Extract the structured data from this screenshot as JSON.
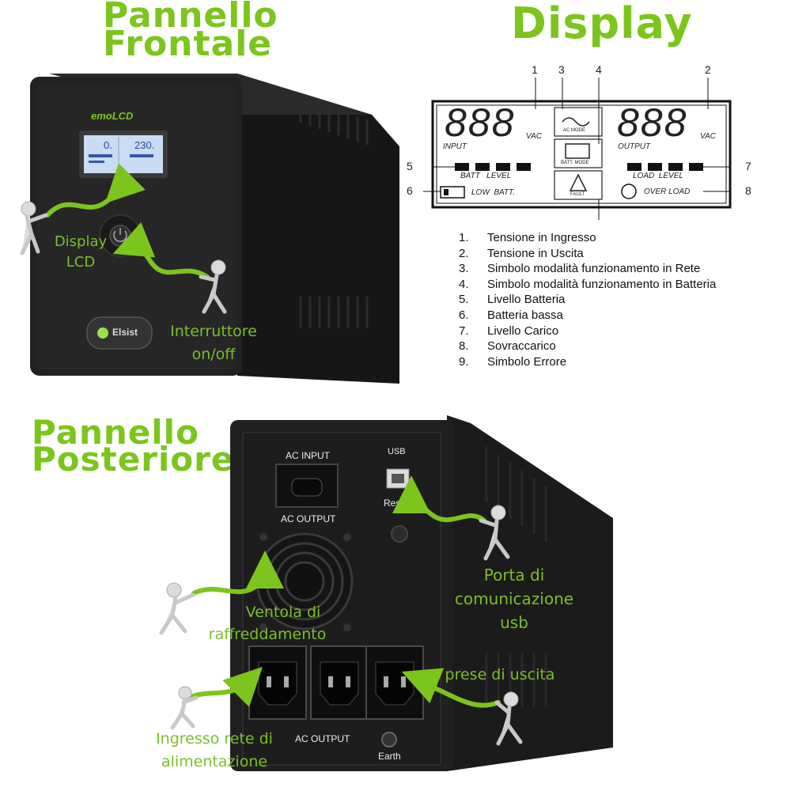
{
  "titles": {
    "front": [
      "Pannello",
      "Frontale"
    ],
    "display": "Display",
    "rear": [
      "Pannello",
      "Posteriore"
    ]
  },
  "front_device": {
    "brand": "emoLCD",
    "lcd_left": "0.",
    "lcd_right": "230.",
    "logo": "Elsist"
  },
  "front_callouts": {
    "display_lcd": [
      "Display",
      "LCD"
    ],
    "switch": [
      "Interruttore",
      "on/off"
    ]
  },
  "lcd_diagram": {
    "markers": {
      "m1": "1",
      "m2": "2",
      "m3": "3",
      "m4": "4",
      "m5": "5",
      "m6": "6",
      "m7": "7",
      "m8": "8"
    },
    "input_digits": "888",
    "output_digits": "888",
    "input_unit": "VAC",
    "output_unit": "VAC",
    "input_label": "INPUT",
    "output_label": "OUTPUT",
    "ac_mode": "AC MODE",
    "batt_mode": "BATT. MODE",
    "fault": "FAULT",
    "batt_level": "BATT   LEVEL",
    "load_level": "LOAD  LEVEL",
    "low_batt": "LOW  BATT.",
    "over_load": "OVER LOAD"
  },
  "legend": [
    {
      "num": "1.",
      "text": "Tensione in Ingresso"
    },
    {
      "num": "2.",
      "text": "Tensione in Uscita"
    },
    {
      "num": "3.",
      "text": "Simbolo modalità funzionamento in Rete"
    },
    {
      "num": "4.",
      "text": "Simbolo modalità funzionamento in Batteria"
    },
    {
      "num": "5.",
      "text": "Livello Batteria"
    },
    {
      "num": "6.",
      "text": "Batteria bassa"
    },
    {
      "num": "7.",
      "text": "Livello Carico"
    },
    {
      "num": "8.",
      "text": "Sovraccarico"
    },
    {
      "num": "9.",
      "text": "Simbolo Errore"
    }
  ],
  "rear_device": {
    "ac_input": "AC INPUT",
    "ac_output_top": "AC OUTPUT",
    "usb": "USB",
    "reset": "Reset",
    "ac_output_bottom": "AC OUTPUT",
    "earth": "Earth"
  },
  "rear_callouts": {
    "usb_port": [
      "Porta di",
      "comunicazione",
      "usb"
    ],
    "fan": [
      "Ventola di",
      "raffreddamento"
    ],
    "outlets": "prese di uscita",
    "mains": [
      "Ingresso rete di",
      "alimentazione"
    ]
  },
  "colors": {
    "accent": "#7cc51c",
    "device": "#1e1e1e",
    "lcd": "#c9dcf4"
  }
}
